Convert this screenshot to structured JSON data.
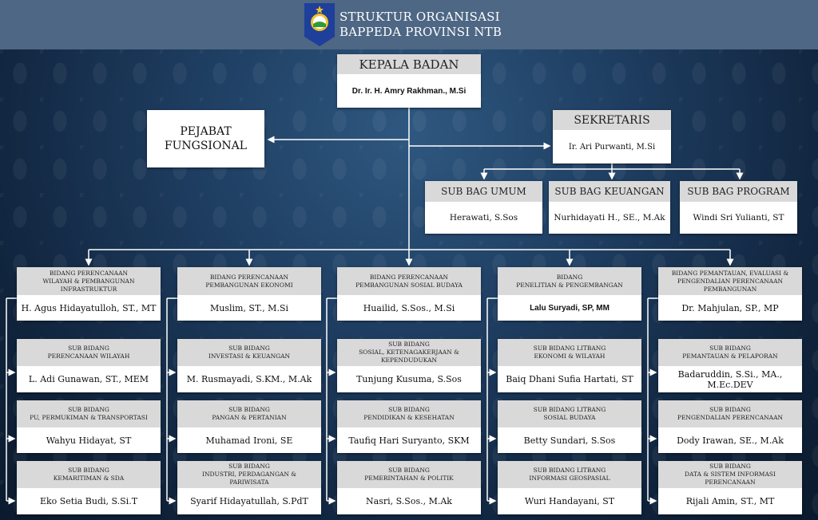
{
  "header": {
    "title_line1": "STRUKTUR ORGANISASI",
    "title_line2": "BAPPEDA PROVINSI NTB"
  },
  "kepala": {
    "title": "KEPALA BADAN",
    "name": "Dr. Ir. H. Amry Rakhman., M.Si"
  },
  "pejabat": {
    "line1": "PEJABAT",
    "line2": "FUNGSIONAL"
  },
  "sekretaris": {
    "title": "SEKRETARIS",
    "name": "Ir. Ari Purwanti, M.Si"
  },
  "subbag": [
    {
      "title": "SUB BAG UMUM",
      "name": "Herawati, S.Sos"
    },
    {
      "title": "SUB BAG KEUANGAN",
      "name": "Nurhidayati H., SE., M.Ak"
    },
    {
      "title": "SUB BAG PROGRAM",
      "name": "Windi Sri Yulianti, ST"
    }
  ],
  "bidang": [
    {
      "title": "BIDANG PERENCANAAN\nWILAYAH & PEMBANGUNAN\nINFRASTRUKTUR",
      "name": "H. Agus Hidayatulloh, ST., MT",
      "subs": [
        {
          "title": "SUB BIDANG\nPERENCANAAN WILAYAH",
          "name": "L. Adi Gunawan, ST., MEM"
        },
        {
          "title": "SUB BIDANG\nPU, PERMUKIMAN & TRANSPORTASI",
          "name": "Wahyu Hidayat, ST"
        },
        {
          "title": "SUB BIDANG\nKEMARITIMAN & SDA",
          "name": "Eko Setia Budi, S.Si.T"
        }
      ]
    },
    {
      "title": "BIDANG PERENCANAAN\nPEMBANGUNAN EKONOMI",
      "name": "Muslim, ST., M.Si",
      "subs": [
        {
          "title": "SUB BIDANG\nINVESTASI & KEUANGAN",
          "name": "M. Rusmayadi, S.KM., M.Ak"
        },
        {
          "title": "SUB BIDANG\nPANGAN & PERTANIAN",
          "name": "Muhamad Ironi, SE"
        },
        {
          "title": "SUB BIDANG\nINDUSTRI, PERDAGANGAN &\nPARIWISATA",
          "name": "Syarif Hidayatullah, S.PdT"
        }
      ]
    },
    {
      "title": "BIDANG PERENCANAAN\nPEMBANGUNAN SOSIAL BUDAYA",
      "name": "Huailid, S.Sos., M.Si",
      "subs": [
        {
          "title": "SUB BIDANG\nSOSIAL, KETENAGAKERJAAN &\nKEPENDUDUKAN",
          "name": "Tunjung Kusuma, S.Sos"
        },
        {
          "title": "SUB BIDANG\nPENDIDIKAN & KESEHATAN",
          "name": "Taufiq Hari Suryanto, SKM"
        },
        {
          "title": "SUB BIDANG\nPEMERINTAHAN & POLITIK",
          "name": "Nasri, S.Sos., M.Ak"
        }
      ]
    },
    {
      "title": "BIDANG\nPENELITIAN & PENGEMBANGAN",
      "name": "Lalu Suryadi, SP, MM",
      "subs": [
        {
          "title": "SUB BIDANG LITBANG\nEKONOMI & WILAYAH",
          "name": "Baiq Dhani Sufia Hartati, ST"
        },
        {
          "title": "SUB BIDANG LITBANG\nSOSIAL BUDAYA",
          "name": "Betty Sundari, S.Sos"
        },
        {
          "title": "SUB BIDANG LITBANG\nINFORMASI GEOSPASIAL",
          "name": "Wuri Handayani, ST"
        }
      ]
    },
    {
      "title": "BIDANG PEMANTAUAN, EVALUASI &\nPENGENDALIAN PERENCANAAN\nPEMBANGUNAN",
      "name": "Dr. Mahjulan, SP., MP",
      "subs": [
        {
          "title": "SUB BIDANG\nPEMANTAUAN & PELAPORAN",
          "name": "Badaruddin, S.Si., MA.,\nM.Ec.DEV"
        },
        {
          "title": "SUB BIDANG\nPENGENDALIAN PERENCANAAN",
          "name": "Dody Irawan, SE., M.Ak"
        },
        {
          "title": "SUB BIDANG\nDATA & SISTEM INFORMASI\nPERENCANAAN",
          "name": "Rijali Amin, ST., MT"
        }
      ]
    }
  ],
  "colors": {
    "header_bg": "#4d6784",
    "box_header": "#d9d9d9",
    "line": "#ffffff"
  }
}
